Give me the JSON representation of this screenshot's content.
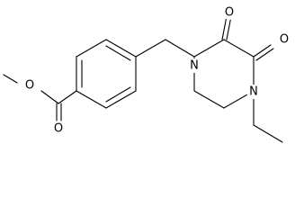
{
  "diagram": {
    "type": "skeletal-structure",
    "atom_labels": {
      "ester_o_methyl": "O",
      "ester_o_carbonyl": "O",
      "piperazine_n1": "N",
      "piperazine_n4": "N",
      "oxo_o2": "O",
      "oxo_o3": "O"
    },
    "colors": {
      "bond": "#000000",
      "label": "#000000",
      "background": "#ffffff"
    }
  }
}
